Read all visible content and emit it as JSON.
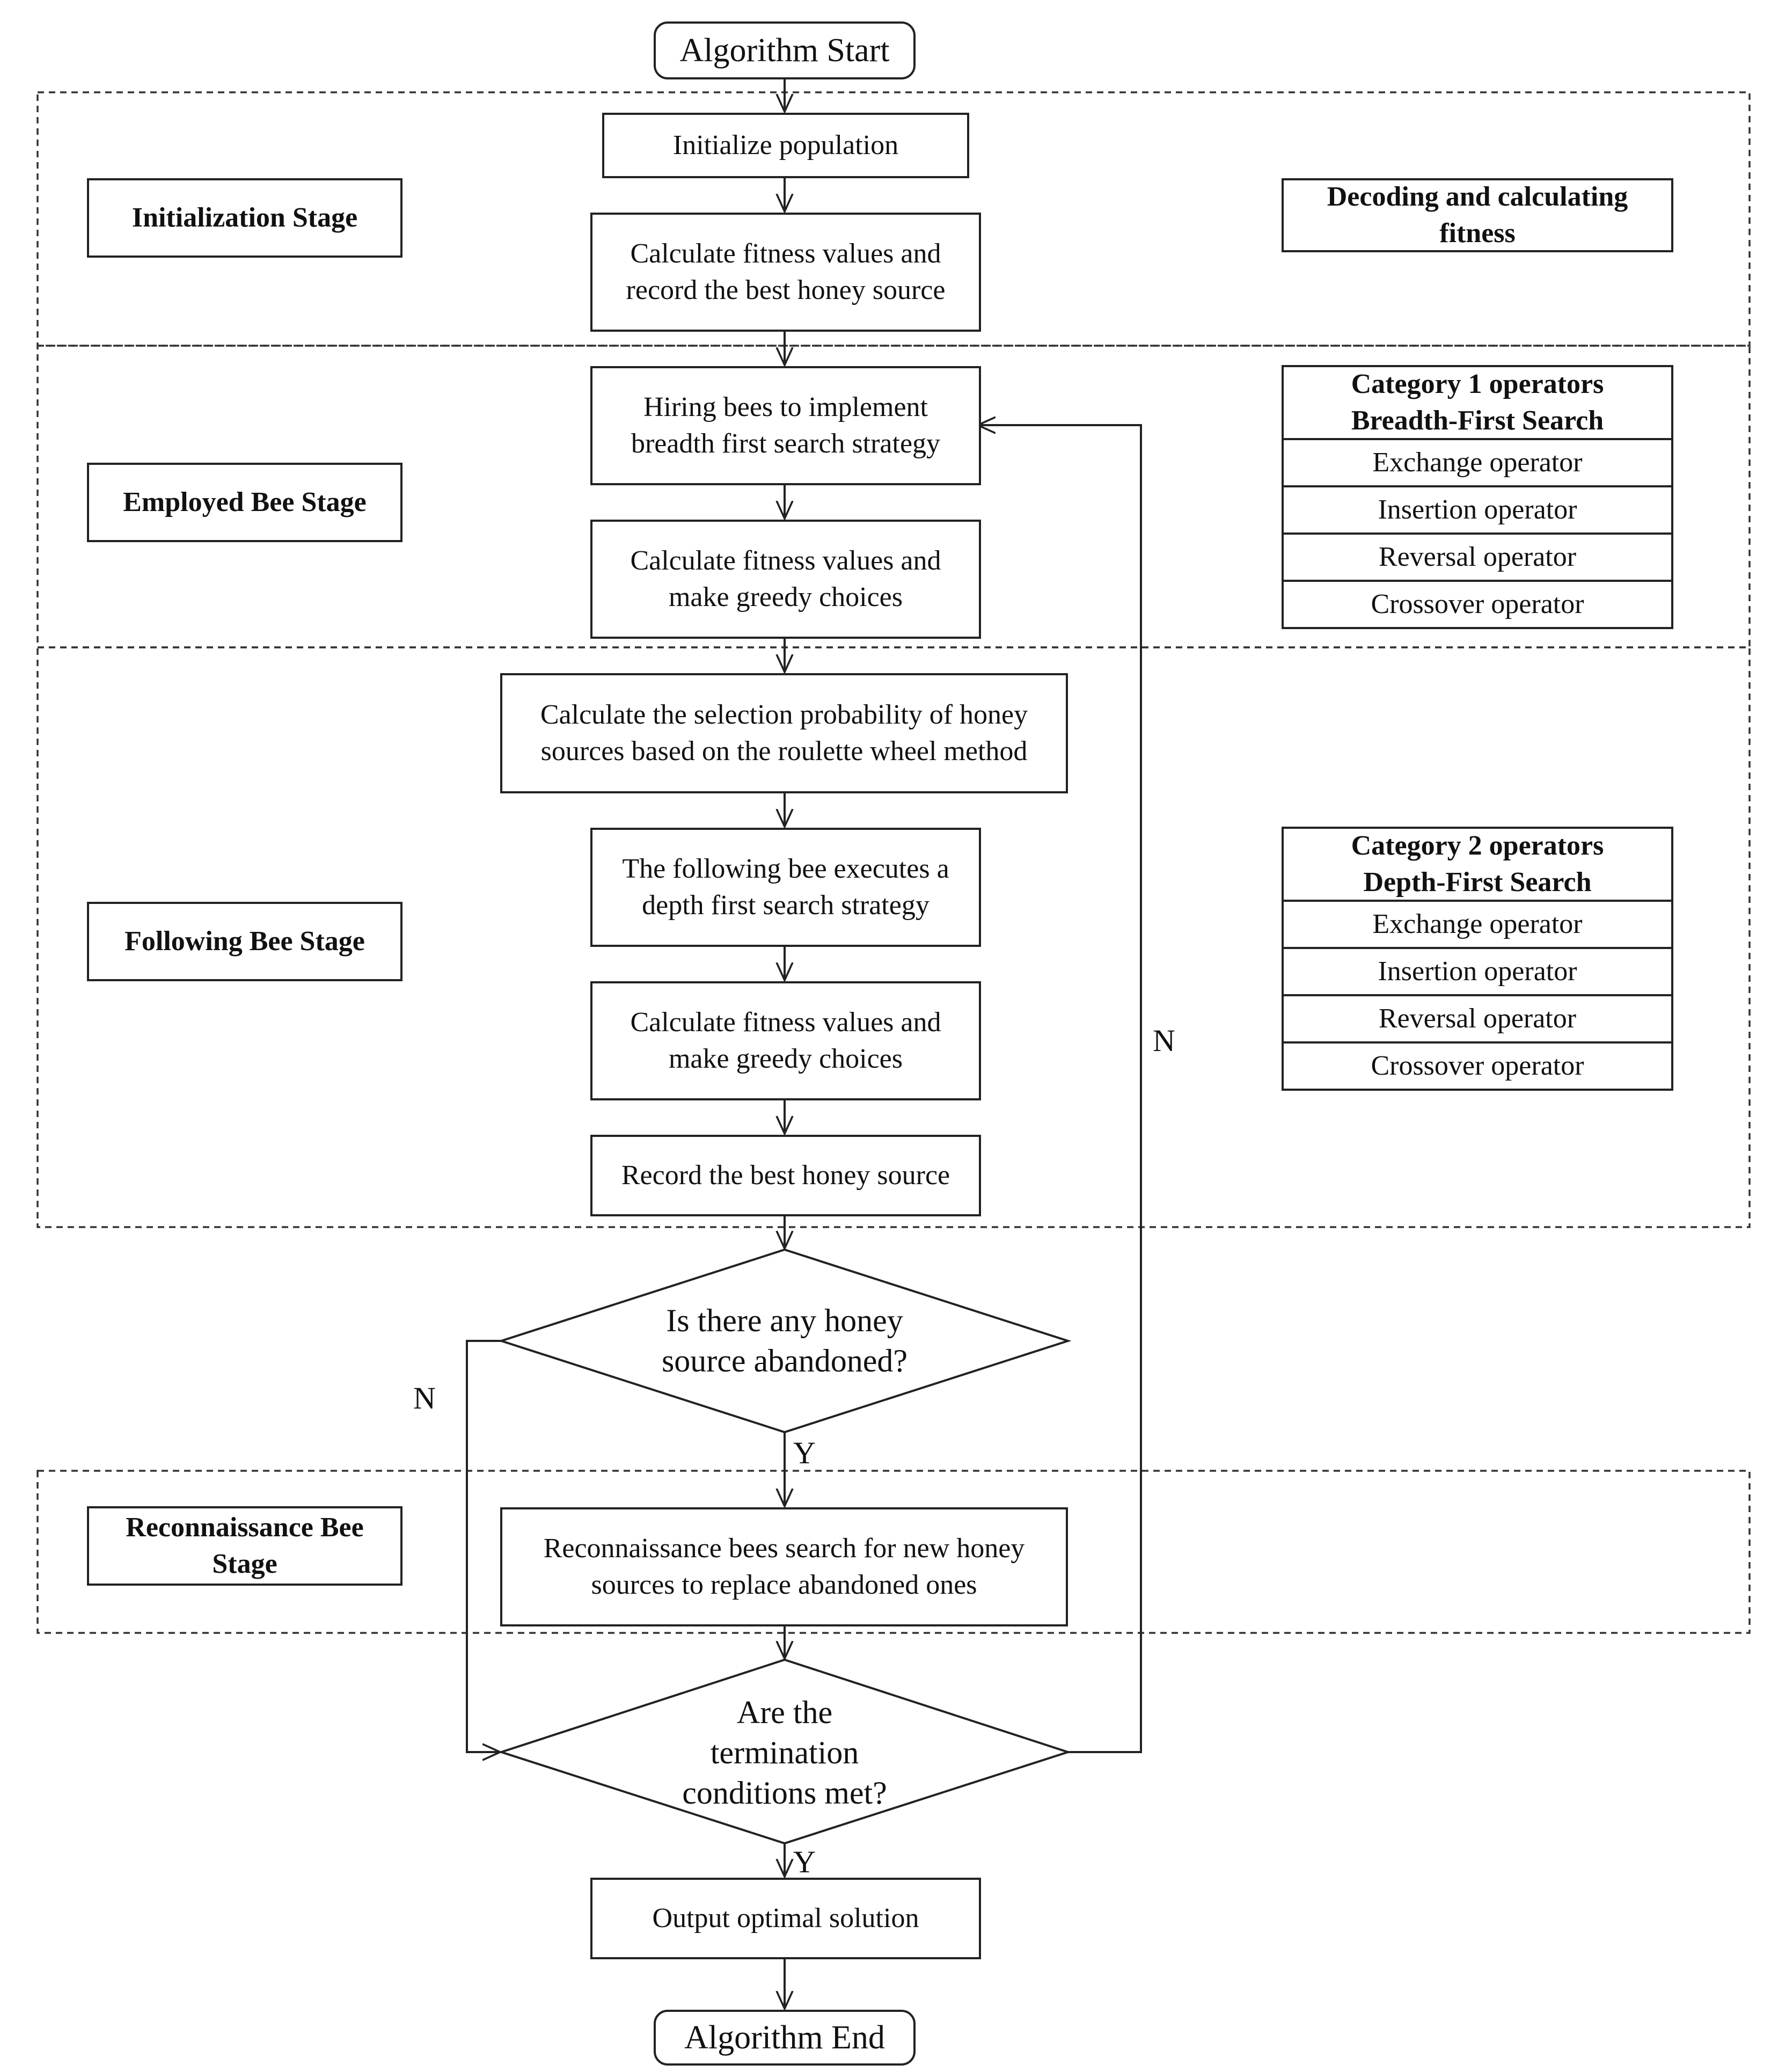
{
  "start": "Algorithm Start",
  "end": "Algorithm End",
  "stages": {
    "init": "Initialization Stage",
    "employed": "Employed Bee Stage",
    "following": "Following Bee Stage",
    "recon": "Reconnaissance Bee Stage"
  },
  "steps": {
    "init_pop": "Initialize population",
    "calc_fit_record": "Calculate fitness values and record the best honey source",
    "hiring": "Hiring bees to implement breadth first search strategy",
    "calc_greedy_1": "Calculate fitness values and make greedy choices",
    "roulette": "Calculate the selection probability of honey sources based on the roulette wheel method",
    "depth": "The following bee executes a depth first search strategy",
    "calc_greedy_2": "Calculate fitness values and make greedy choices",
    "record_best": "Record the best honey source",
    "recon_search": "Reconnaissance bees search for new honey sources to replace abandoned ones",
    "output": "Output optimal solution"
  },
  "decisions": {
    "abandoned": "Is there any honey source abandoned?",
    "termination": "Are the termination conditions met?"
  },
  "branch_labels": {
    "yes": "Y",
    "no": "N"
  },
  "side_panels": {
    "decoding": "Decoding and calculating fitness",
    "category1": {
      "title": "Category 1 operators",
      "subtitle": "Breadth-First Search",
      "items": [
        "Exchange operator",
        "Insertion operator",
        "Reversal operator",
        "Crossover operator"
      ]
    },
    "category2": {
      "title": "Category 2 operators",
      "subtitle": "Depth-First Search",
      "items": [
        "Exchange operator",
        "Insertion operator",
        "Reversal operator",
        "Crossover operator"
      ]
    }
  }
}
